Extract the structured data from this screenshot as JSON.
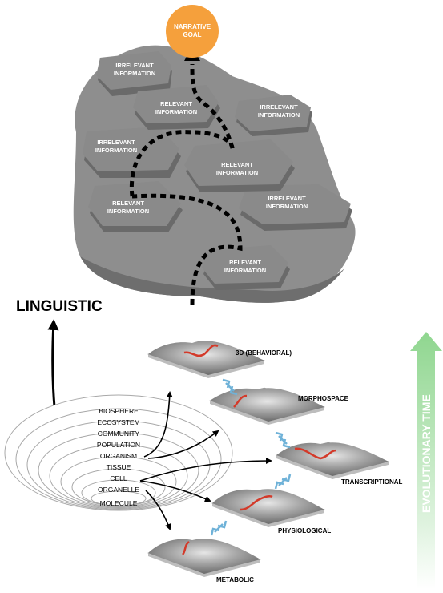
{
  "goal": {
    "line1": "NARRATIVE",
    "line2": "GOAL"
  },
  "info": {
    "irrelevant_1": "IRRELEVANT",
    "irrelevant_2": "INFORMATION",
    "relevant_1": "RELEVANT",
    "relevant_2": "INFORMATION"
  },
  "linguistic": "LINGUISTIC",
  "levels": [
    "BIOSPHERE",
    "ECOSYSTEM",
    "COMMUNITY",
    "POPULATION",
    "ORGANISM",
    "TISSUE",
    "CELL",
    "ORGANELLE",
    "MOLECULE"
  ],
  "spaces": {
    "behavioral": "3D (BEHAVIORAL)",
    "morphospace": "MORPHOSPACE",
    "transcriptional": "TRANSCRIPTIONAL",
    "physiological": "PHYSIOLOGICAL",
    "metabolic": "METABOLIC"
  },
  "evolutionary_time": "EVOLUTIONARY TIME",
  "colors": {
    "rock": "#8e8e8e",
    "slab": "#8a8a8a",
    "goal": "#f5a03c",
    "path": "#d33a2a",
    "arrow_time": "#8fd68f",
    "double_arrow": "#6fb2d8"
  }
}
